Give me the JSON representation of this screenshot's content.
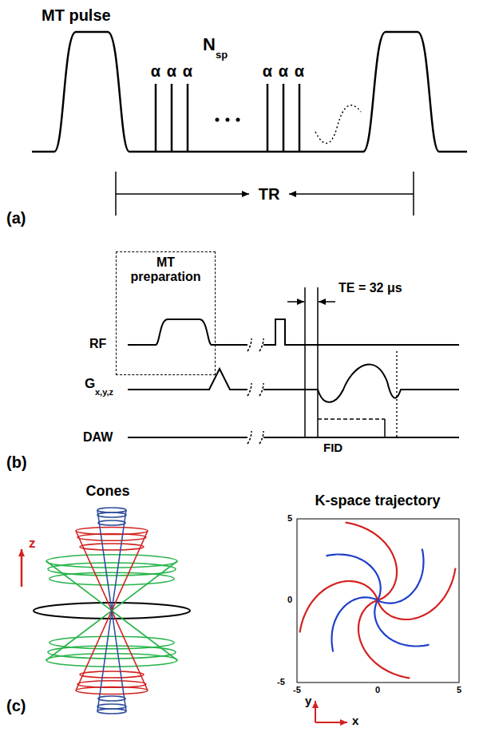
{
  "diagram": {
    "nodes": [
      {
        "text": [
          "MT preparation"
        ]
      }
    ],
    "labels": [
      "MT pulse",
      "N",
      "sp",
      "α",
      "α",
      "α",
      "α",
      "α",
      "α",
      "TR",
      "(a)",
      "TE = 32 μs",
      "RF",
      "G",
      "x,y,z",
      "DAW",
      "FID",
      "(b)",
      "Cones",
      "K-space trajectory",
      "z",
      "5",
      "0",
      "-5",
      "-5",
      "0",
      "5",
      "y",
      "x",
      "(c)"
    ]
  }
}
